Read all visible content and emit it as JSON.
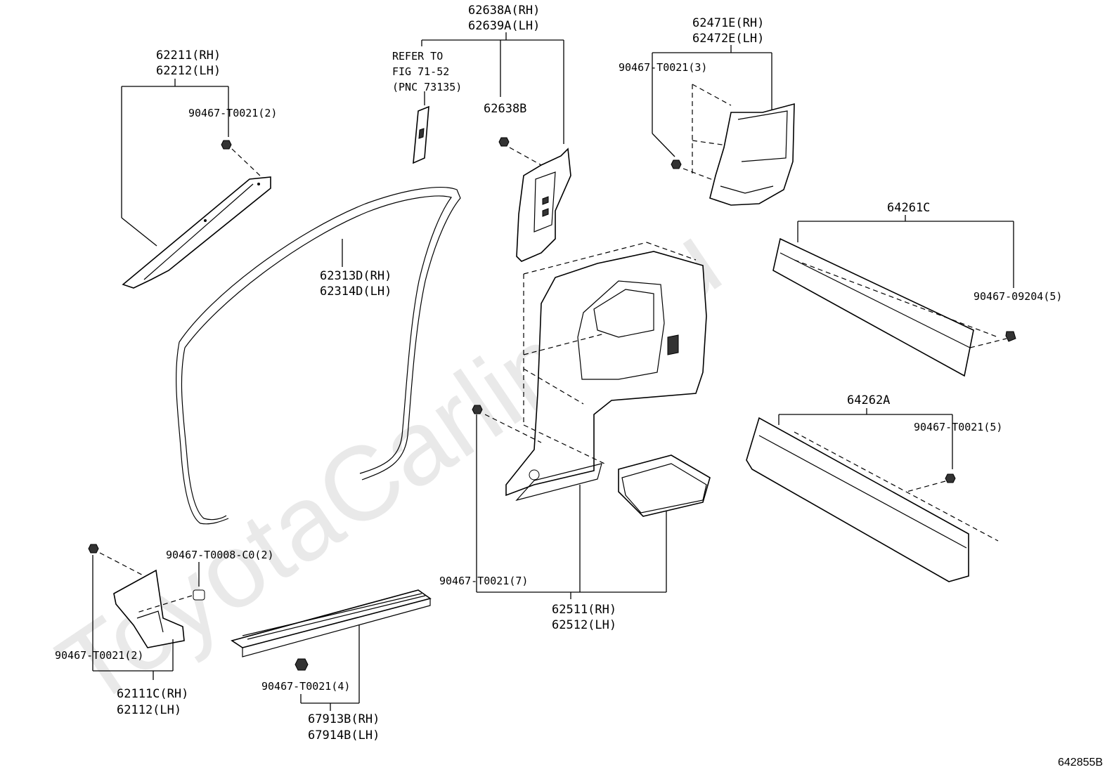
{
  "watermark": "ToyotaCarline.ru",
  "diagram_code": "642855B",
  "labels": {
    "a_pillar": [
      "62211(RH)",
      "62212(LH)"
    ],
    "a_pillar_clip": "90467-T0021(2)",
    "weatherstrip": [
      "62313D(RH)",
      "62314D(LH)"
    ],
    "refer": [
      "REFER TO",
      "FIG 71-52",
      "(PNC 73135)"
    ],
    "b_pillar": [
      "62638A(RH)",
      "62639A(LH)"
    ],
    "b_pillar_clip": "62638B",
    "c_pillar": [
      "62471E(RH)",
      "62472E(LH)"
    ],
    "c_pillar_clip": "90467-T0021(3)",
    "scuff_rear": "64261C",
    "scuff_rear_clip": "90467-09204(5)",
    "scuff_plate": "64262A",
    "scuff_plate_clip": "90467-T0021(5)",
    "quarter_clip": "90467-T0021(7)",
    "quarter_trim": [
      "62511(RH)",
      "62512(LH)"
    ],
    "cowl_clip_a": "90467-T0008-C0(2)",
    "cowl_clip_b": "90467-T0021(2)",
    "cowl_trim": [
      "62111C(RH)",
      "62112(LH)"
    ],
    "sill_clip": "90467-T0021(4)",
    "sill_plate": [
      "67913B(RH)",
      "67914B(LH)"
    ]
  }
}
